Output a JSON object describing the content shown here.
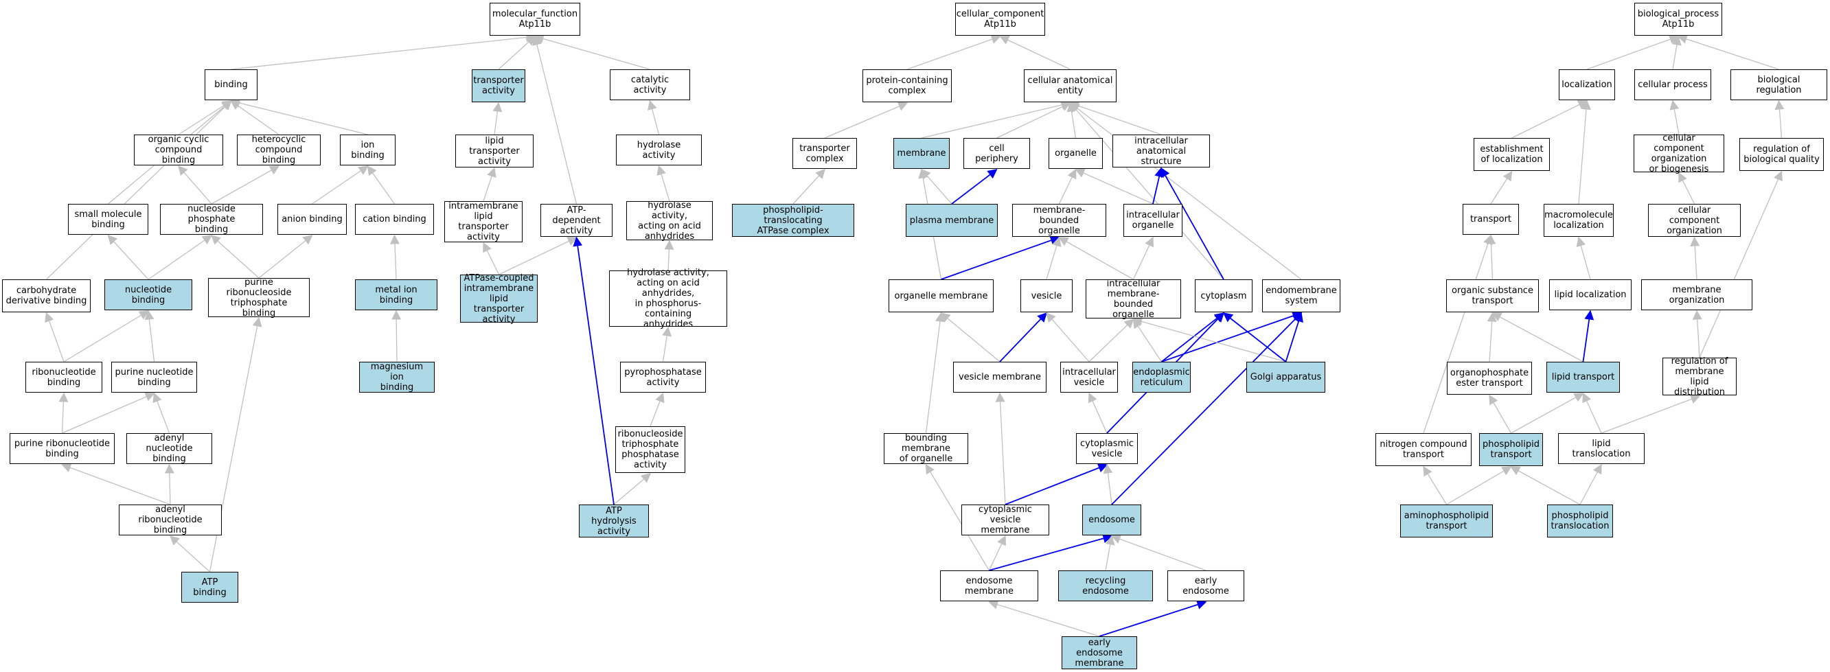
{
  "colors": {
    "highlight": "#add8e6",
    "edge": "#c0c0c0",
    "edge_path": "#0000ee",
    "border": "#000000"
  },
  "nodes": [
    {
      "id": "mf",
      "label": "molecular_function\nAtp11b"
    },
    {
      "id": "binding",
      "label": "binding"
    },
    {
      "id": "transporter",
      "label": "transporter\nactivity",
      "hl": true
    },
    {
      "id": "catalytic",
      "label": "catalytic activity"
    },
    {
      "id": "ocyc",
      "label": "organic cyclic\ncompound binding"
    },
    {
      "id": "hcyc",
      "label": "heterocyclic\ncompound binding"
    },
    {
      "id": "ionb",
      "label": "ion binding"
    },
    {
      "id": "liptrans",
      "label": "lipid transporter\nactivity"
    },
    {
      "id": "hydrolase",
      "label": "hydrolase activity"
    },
    {
      "id": "smb",
      "label": "small molecule\nbinding"
    },
    {
      "id": "nphos",
      "label": "nucleoside phosphate\nbinding"
    },
    {
      "id": "anion",
      "label": "anion binding"
    },
    {
      "id": "cation",
      "label": "cation binding"
    },
    {
      "id": "intramem",
      "label": "intramembrane\nlipid transporter\nactivity"
    },
    {
      "id": "atpdep",
      "label": "ATP-dependent\nactivity"
    },
    {
      "id": "hydacid",
      "label": "hydrolase activity,\nacting on acid\nanhydrides"
    },
    {
      "id": "carb",
      "label": "carbohydrate\nderivative binding"
    },
    {
      "id": "nucb",
      "label": "nucleotide binding",
      "hl": true
    },
    {
      "id": "prntp",
      "label": "purine ribonucleoside\ntriphosphate\nbinding"
    },
    {
      "id": "metal",
      "label": "metal ion binding",
      "hl": true
    },
    {
      "id": "atpcoupled",
      "label": "ATPase-coupled\nintramembrane\nlipid transporter\nactivity",
      "hl": true
    },
    {
      "id": "hydphos",
      "label": "hydrolase activity,\nacting on acid\nanhydrides,\nin phosphorus-containing\nanhydrides"
    },
    {
      "id": "ribonuc",
      "label": "ribonucleotide\nbinding"
    },
    {
      "id": "purnuc",
      "label": "purine nucleotide\nbinding"
    },
    {
      "id": "mg",
      "label": "magnesium ion\nbinding",
      "hl": true
    },
    {
      "id": "pyro",
      "label": "pyrophosphatase\nactivity"
    },
    {
      "id": "purribo",
      "label": "purine ribonucleotide\nbinding"
    },
    {
      "id": "adenuc",
      "label": "adenyl nucleotide\nbinding"
    },
    {
      "id": "rntpase",
      "label": "ribonucleoside\ntriphosphate\nphosphatase\nactivity"
    },
    {
      "id": "adribo",
      "label": "adenyl ribonucleotide\nbinding"
    },
    {
      "id": "atphyd",
      "label": "ATP hydrolysis\nactivity",
      "hl": true
    },
    {
      "id": "atpb",
      "label": "ATP binding",
      "hl": true
    },
    {
      "id": "cc",
      "label": "cellular_component\nAtp11b"
    },
    {
      "id": "protcomp",
      "label": "protein-containing\ncomplex"
    },
    {
      "id": "cae",
      "label": "cellular anatomical\nentity"
    },
    {
      "id": "transcomp",
      "label": "transporter\ncomplex"
    },
    {
      "id": "membrane",
      "label": "membrane",
      "hl": true
    },
    {
      "id": "periph",
      "label": "cell periphery"
    },
    {
      "id": "organelle",
      "label": "organelle"
    },
    {
      "id": "ias",
      "label": "intracellular\nanatomical structure"
    },
    {
      "id": "plt",
      "label": "phospholipid-translocating\nATPase complex",
      "hl": true
    },
    {
      "id": "pm",
      "label": "plasma membrane",
      "hl": true
    },
    {
      "id": "mbo",
      "label": "membrane-bounded\norganelle"
    },
    {
      "id": "io",
      "label": "intracellular\norganelle"
    },
    {
      "id": "om",
      "label": "organelle membrane"
    },
    {
      "id": "vesicle",
      "label": "vesicle"
    },
    {
      "id": "imbo",
      "label": "intracellular\nmembrane-bounded\norganelle"
    },
    {
      "id": "cytoplasm",
      "label": "cytoplasm"
    },
    {
      "id": "endosys",
      "label": "endomembrane\nsystem"
    },
    {
      "id": "vm",
      "label": "vesicle membrane"
    },
    {
      "id": "iv",
      "label": "intracellular\nvesicle"
    },
    {
      "id": "er",
      "label": "endoplasmic\nreticulum",
      "hl": true
    },
    {
      "id": "golgi",
      "label": "Golgi apparatus",
      "hl": true
    },
    {
      "id": "bmo",
      "label": "bounding membrane\nof organelle"
    },
    {
      "id": "cv",
      "label": "cytoplasmic\nvesicle"
    },
    {
      "id": "cvm",
      "label": "cytoplasmic\nvesicle membrane"
    },
    {
      "id": "endosome",
      "label": "endosome",
      "hl": true
    },
    {
      "id": "em",
      "label": "endosome membrane"
    },
    {
      "id": "re",
      "label": "recycling endosome",
      "hl": true
    },
    {
      "id": "ee",
      "label": "early endosome"
    },
    {
      "id": "eem",
      "label": "early endosome\nmembrane",
      "hl": true
    },
    {
      "id": "bp",
      "label": "biological_process\nAtp11b"
    },
    {
      "id": "loc",
      "label": "localization"
    },
    {
      "id": "cellproc",
      "label": "cellular process"
    },
    {
      "id": "bioreg",
      "label": "biological regulation"
    },
    {
      "id": "estloc",
      "label": "establishment\nof localization"
    },
    {
      "id": "ccob",
      "label": "cellular component\norganization\nor biogenesis"
    },
    {
      "id": "rbq",
      "label": "regulation of\nbiological quality"
    },
    {
      "id": "transport",
      "label": "transport"
    },
    {
      "id": "macroloc",
      "label": "macromolecule\nlocalization"
    },
    {
      "id": "cco",
      "label": "cellular component\norganization"
    },
    {
      "id": "ost",
      "label": "organic substance\ntransport"
    },
    {
      "id": "liploc",
      "label": "lipid localization"
    },
    {
      "id": "memorg",
      "label": "membrane organization"
    },
    {
      "id": "opet",
      "label": "organophosphate\nester transport"
    },
    {
      "id": "liptransp",
      "label": "lipid transport",
      "hl": true
    },
    {
      "id": "rmld",
      "label": "regulation of\nmembrane lipid\ndistribution"
    },
    {
      "id": "nct",
      "label": "nitrogen compound\ntransport"
    },
    {
      "id": "plipt",
      "label": "phospholipid\ntransport",
      "hl": true
    },
    {
      "id": "liptl",
      "label": "lipid translocation"
    },
    {
      "id": "aplt",
      "label": "aminophospholipid\ntransport",
      "hl": true
    },
    {
      "id": "pltl",
      "label": "phospholipid\ntranslocation",
      "hl": true
    }
  ],
  "edges": [
    [
      "binding",
      "mf"
    ],
    [
      "transporter",
      "mf"
    ],
    [
      "catalytic",
      "mf"
    ],
    [
      "atpdep",
      "mf"
    ],
    [
      "ocyc",
      "binding"
    ],
    [
      "hcyc",
      "binding"
    ],
    [
      "ionb",
      "binding"
    ],
    [
      "smb",
      "binding"
    ],
    [
      "carb",
      "binding"
    ],
    [
      "liptrans",
      "transporter"
    ],
    [
      "hydrolase",
      "catalytic"
    ],
    [
      "nphos",
      "ocyc"
    ],
    [
      "nphos",
      "hcyc"
    ],
    [
      "anion",
      "ionb"
    ],
    [
      "cation",
      "ionb"
    ],
    [
      "intramem",
      "liptrans"
    ],
    [
      "hydacid",
      "hydrolase"
    ],
    [
      "nucb",
      "smb"
    ],
    [
      "nucb",
      "nphos"
    ],
    [
      "prntp",
      "nphos"
    ],
    [
      "prntp",
      "anion"
    ],
    [
      "metal",
      "cation"
    ],
    [
      "atpcoupled",
      "intramem"
    ],
    [
      "atpcoupled",
      "atpdep"
    ],
    [
      "hydphos",
      "hydacid"
    ],
    [
      "ribonuc",
      "carb"
    ],
    [
      "ribonuc",
      "nucb"
    ],
    [
      "purnuc",
      "nucb"
    ],
    [
      "mg",
      "metal"
    ],
    [
      "pyro",
      "hydphos"
    ],
    [
      "purribo",
      "ribonuc"
    ],
    [
      "purribo",
      "purnuc"
    ],
    [
      "adenuc",
      "purnuc"
    ],
    [
      "rntpase",
      "pyro"
    ],
    [
      "adribo",
      "purribo"
    ],
    [
      "adribo",
      "adenuc"
    ],
    [
      "atphyd",
      "rntpase"
    ],
    [
      "atphyd",
      "atpdep",
      1
    ],
    [
      "atpb",
      "adribo"
    ],
    [
      "atpb",
      "prntp"
    ],
    [
      "protcomp",
      "cc"
    ],
    [
      "cae",
      "cc"
    ],
    [
      "transcomp",
      "protcomp"
    ],
    [
      "plt",
      "transcomp"
    ],
    [
      "membrane",
      "cae"
    ],
    [
      "periph",
      "cae"
    ],
    [
      "organelle",
      "cae"
    ],
    [
      "ias",
      "cae"
    ],
    [
      "cytoplasm",
      "cae"
    ],
    [
      "endosys",
      "cae"
    ],
    [
      "pm",
      "membrane"
    ],
    [
      "pm",
      "periph",
      1
    ],
    [
      "mbo",
      "organelle"
    ],
    [
      "io",
      "organelle"
    ],
    [
      "io",
      "ias",
      1
    ],
    [
      "om",
      "membrane"
    ],
    [
      "om",
      "mbo",
      1
    ],
    [
      "vesicle",
      "mbo"
    ],
    [
      "imbo",
      "mbo"
    ],
    [
      "imbo",
      "io"
    ],
    [
      "cytoplasm",
      "ias",
      1
    ],
    [
      "vm",
      "om"
    ],
    [
      "vm",
      "vesicle",
      1
    ],
    [
      "iv",
      "vesicle"
    ],
    [
      "iv",
      "imbo"
    ],
    [
      "er",
      "imbo"
    ],
    [
      "er",
      "cytoplasm",
      1
    ],
    [
      "er",
      "endosys",
      1
    ],
    [
      "golgi",
      "imbo"
    ],
    [
      "golgi",
      "cytoplasm",
      1
    ],
    [
      "golgi",
      "endosys",
      1
    ],
    [
      "bmo",
      "om"
    ],
    [
      "cv",
      "iv"
    ],
    [
      "cv",
      "cytoplasm",
      1
    ],
    [
      "cvm",
      "vm"
    ],
    [
      "cvm",
      "cv",
      1
    ],
    [
      "endosome",
      "cv"
    ],
    [
      "endosome",
      "endosys",
      1
    ],
    [
      "em",
      "bmo"
    ],
    [
      "em",
      "cvm"
    ],
    [
      "em",
      "endosome",
      1
    ],
    [
      "re",
      "endosome"
    ],
    [
      "ee",
      "endosome"
    ],
    [
      "eem",
      "em"
    ],
    [
      "eem",
      "ee",
      1
    ],
    [
      "loc",
      "bp"
    ],
    [
      "cellproc",
      "bp"
    ],
    [
      "bioreg",
      "bp"
    ],
    [
      "estloc",
      "loc"
    ],
    [
      "macroloc",
      "loc"
    ],
    [
      "ccob",
      "cellproc"
    ],
    [
      "rbq",
      "bioreg"
    ],
    [
      "transport",
      "estloc"
    ],
    [
      "cco",
      "ccob"
    ],
    [
      "ost",
      "transport"
    ],
    [
      "nct",
      "transport"
    ],
    [
      "liploc",
      "macroloc"
    ],
    [
      "memorg",
      "cco"
    ],
    [
      "opet",
      "ost"
    ],
    [
      "liptransp",
      "ost"
    ],
    [
      "liptransp",
      "liploc",
      1
    ],
    [
      "rmld",
      "memorg"
    ],
    [
      "rmld",
      "rbq"
    ],
    [
      "plipt",
      "opet"
    ],
    [
      "plipt",
      "liptransp"
    ],
    [
      "liptl",
      "liptransp"
    ],
    [
      "liptl",
      "rmld"
    ],
    [
      "aplt",
      "nct"
    ],
    [
      "aplt",
      "plipt"
    ],
    [
      "pltl",
      "plipt"
    ],
    [
      "pltl",
      "liptl"
    ]
  ]
}
